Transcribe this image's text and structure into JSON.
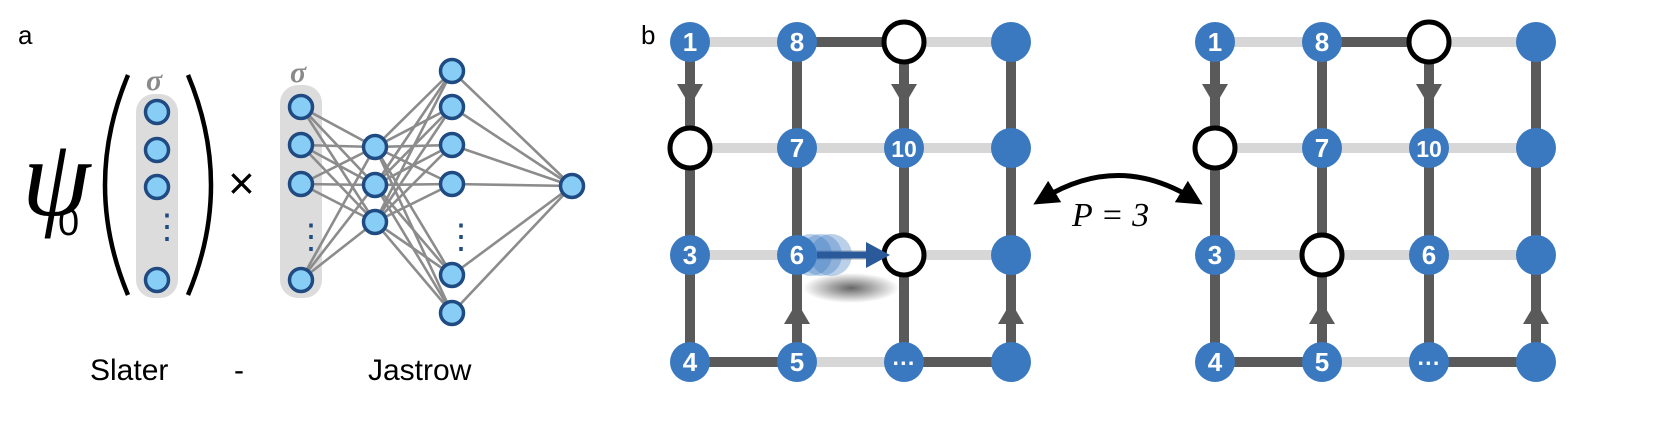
{
  "panel_a": {
    "label": "a",
    "psi": "ψ",
    "psi_sub": "0",
    "sigma": "σ",
    "times": "×",
    "dots": "⋮",
    "caption_left": "Slater",
    "caption_mid": "-",
    "caption_right": "Jastrow"
  },
  "panel_b": {
    "label": "b",
    "exchange_label": "P = 3",
    "left_lattice": {
      "numbers": {
        "r0c0": "1",
        "r0c1": "8",
        "r1c1": "7",
        "r1c2": "10",
        "r2c0": "3",
        "r2c1": "6",
        "r3c0": "4",
        "r3c1": "5",
        "r3c2": "···"
      }
    },
    "right_lattice": {
      "numbers": {
        "r0c0": "1",
        "r0c1": "8",
        "r1c1": "7",
        "r1c2": "10",
        "r2c0": "3",
        "r2c2": "6",
        "r3c0": "4",
        "r3c1": "5",
        "r3c2": "···"
      }
    }
  },
  "colors": {
    "node_blue": "#3a78c0",
    "light_node": "#87cdf5",
    "light_node_stroke": "#1f4a82",
    "path_dark": "#5a5a5a",
    "bond_light": "#d7d7d7",
    "arrow_blue": "#2a5a99",
    "panel_gray": "#dcdcdc"
  }
}
